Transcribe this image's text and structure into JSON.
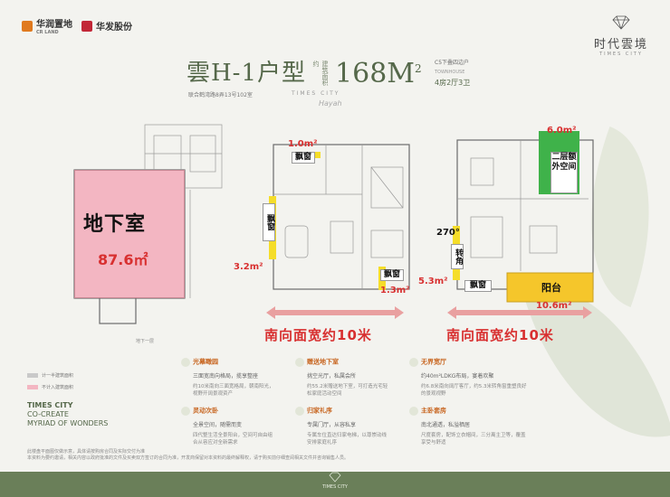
{
  "header": {
    "logo_cr_land": "华润置地",
    "logo_cr_land_en": "CR LAND",
    "logo_partner": "华发股份",
    "brand_cn": "时代雲境",
    "brand_en": "TIMES CITY"
  },
  "title": {
    "unit": "雲H-1户型",
    "area_label": "建筑面积约",
    "area": "168M",
    "area_sup": "2",
    "address": "联合鹤湾路8弄13号102室",
    "script_top": "TIMES CITY",
    "script_sig": "Hayah",
    "side_line1": "C5下叠四边户",
    "side_line2": "TOWNHOUSE",
    "side_line3": "4房2厅3卫"
  },
  "basement": {
    "title": "地下室",
    "area": "87.6㎡",
    "floor_label": "地下一层"
  },
  "plan1": {
    "bay_top": "1.0m²",
    "window_top": "飘窗",
    "window_left": "飘窗",
    "area_left": "3.2m²",
    "window_bottom": "飘窗",
    "area_bottom": "1.3m²",
    "arrow_text": "南向面宽约10米"
  },
  "plan2": {
    "area_top": "6.0m²",
    "terrace": "二层额外空间",
    "angle": "270°",
    "corner": "转角",
    "area_left": "5.3m²",
    "window_bottom": "飘窗",
    "balcony": "阳台",
    "area_balcony": "10.6m²",
    "arrow_text": "南向面宽约10米"
  },
  "legend": {
    "item1": "计一半建筑面积",
    "item2": "不计入建筑面积"
  },
  "slogan": {
    "line1": "TIMES CITY",
    "line2": "CO-CREATE",
    "line3": "MYRIAD OF WONDERS"
  },
  "features": [
    {
      "title": "光幕瞰园",
      "sub": "三面宽南向格局，揽享整座",
      "desc": "约10米南向三面宽格局，朝南阳光，视野开阔景观资产"
    },
    {
      "title": "赠送地下室",
      "sub": "挑空光厅，私属会所",
      "desc": "约55.2米赠送地下室，可打造光宅轻松家庭活动空间"
    },
    {
      "title": "无界宽厅",
      "sub": "约40m²LDKG布局，宴着欢聚",
      "desc": "约6.8米南向阔厅客厅，约5.3米转角窗重塑良好的景观视野"
    },
    {
      "title": "灵动次卧",
      "sub": "全景空间，随需而变",
      "desc": "四代整生活全景阳台，空间可自由组合从容应对全新需求"
    },
    {
      "title": "归家礼序",
      "sub": "专属门厅，从容私享",
      "desc": "专属车位直达归家电梯，以尊崇动线安排家庭礼序"
    },
    {
      "title": "主卧套房",
      "sub": "南北通透，私溢栖居",
      "desc": "尺度套房，配饰立衣帽间，三分离主卫等，覆盖享受与舒适"
    }
  ],
  "footer": {
    "note1": "此楼盘平面图仅做示意，具体请按购房合同及实际交付为准",
    "note2": "本资料为要约邀请，相关内容以政府批准的文件及买卖双方签订的合同为准，开发商保留对本资料的最终解释权，请于购买前仔细查阅相关文件并咨询销售人员。",
    "logo_text": "TIMES CITY"
  },
  "colors": {
    "accent_green": "#55684a",
    "highlight_red": "#d83030",
    "window_yellow": "#f5dd29",
    "basement_pink": "#f3b6c2",
    "terrace_green": "#3fb24a"
  }
}
